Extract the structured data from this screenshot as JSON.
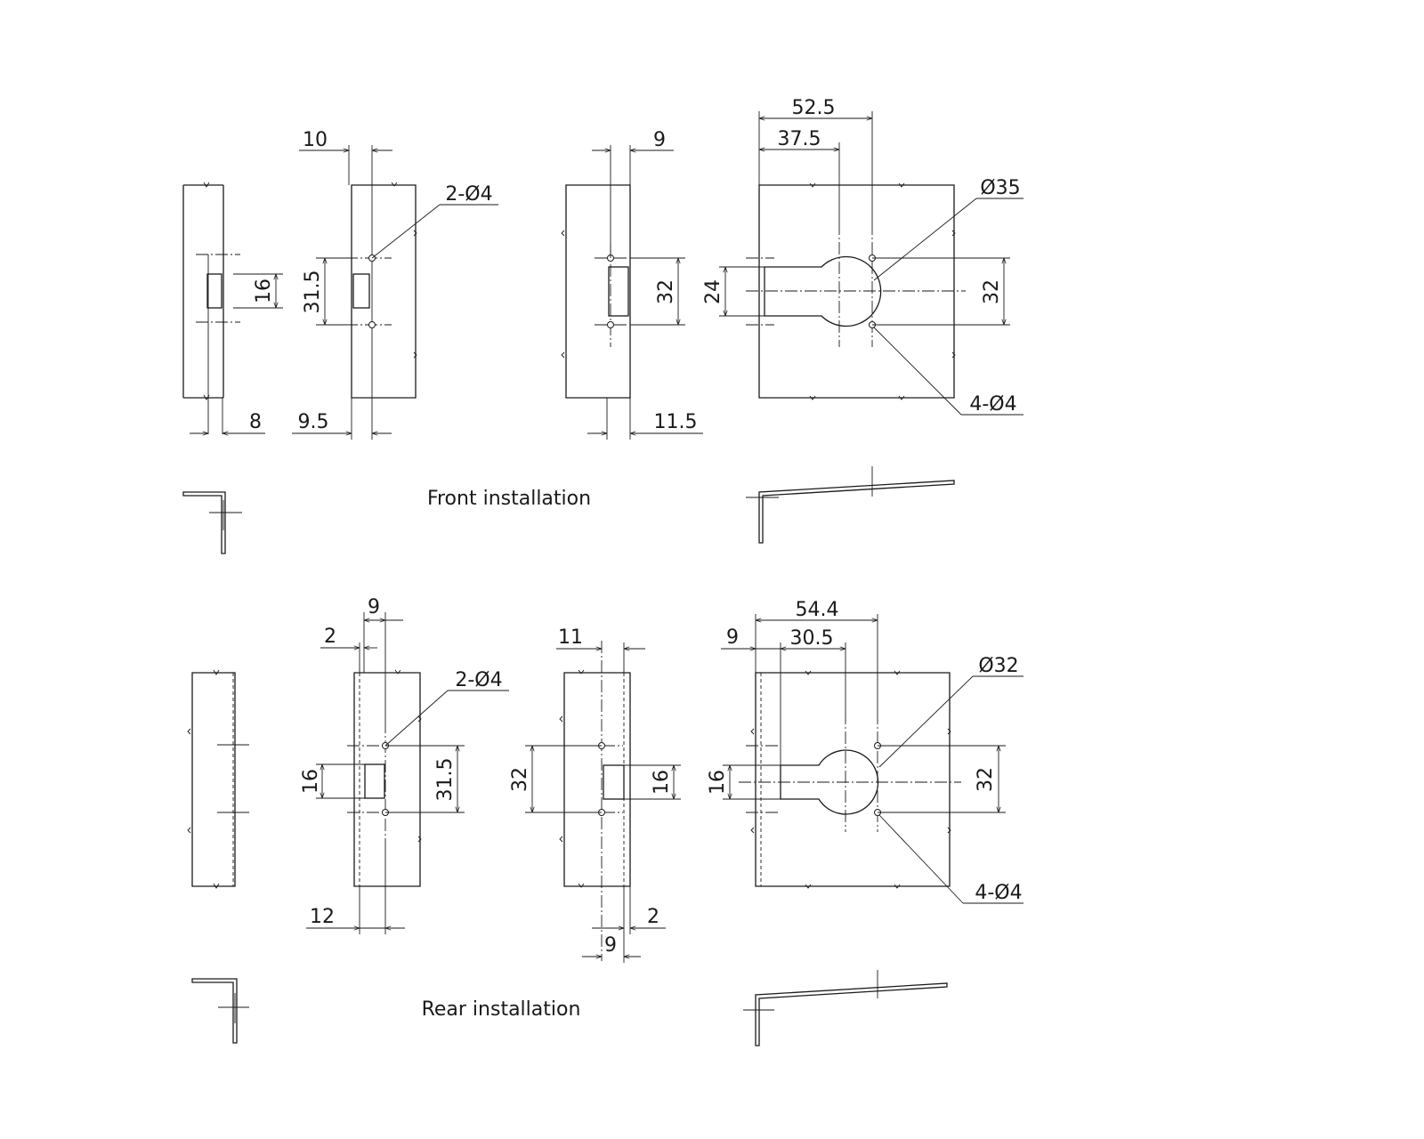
{
  "front": {
    "title": "Front installation",
    "dims": {
      "d10": "10",
      "d9a": "9",
      "d52_5": "52.5",
      "d37_5": "37.5",
      "h2d4": "2-Ø4",
      "d35": "Ø35",
      "d16": "16",
      "d31_5": "31.5",
      "d32a": "32",
      "d24": "24",
      "d32b": "32",
      "h4d4": "4-Ø4",
      "d8": "8",
      "d9_5": "9.5",
      "d11_5": "11.5"
    }
  },
  "rear": {
    "title": "Rear installation",
    "dims": {
      "d9a": "9",
      "d2a": "2",
      "d11": "11",
      "d54_4": "54.4",
      "d9b": "9",
      "d30_5": "30.5",
      "h2d4": "2-Ø4",
      "d32c": "Ø32",
      "d16a": "16",
      "d31_5": "31.5",
      "d32a": "32",
      "d16b": "16",
      "d16c": "16",
      "d32b": "32",
      "h4d4": "4-Ø4",
      "d12": "12",
      "d2b": "2",
      "d9c": "9"
    }
  }
}
